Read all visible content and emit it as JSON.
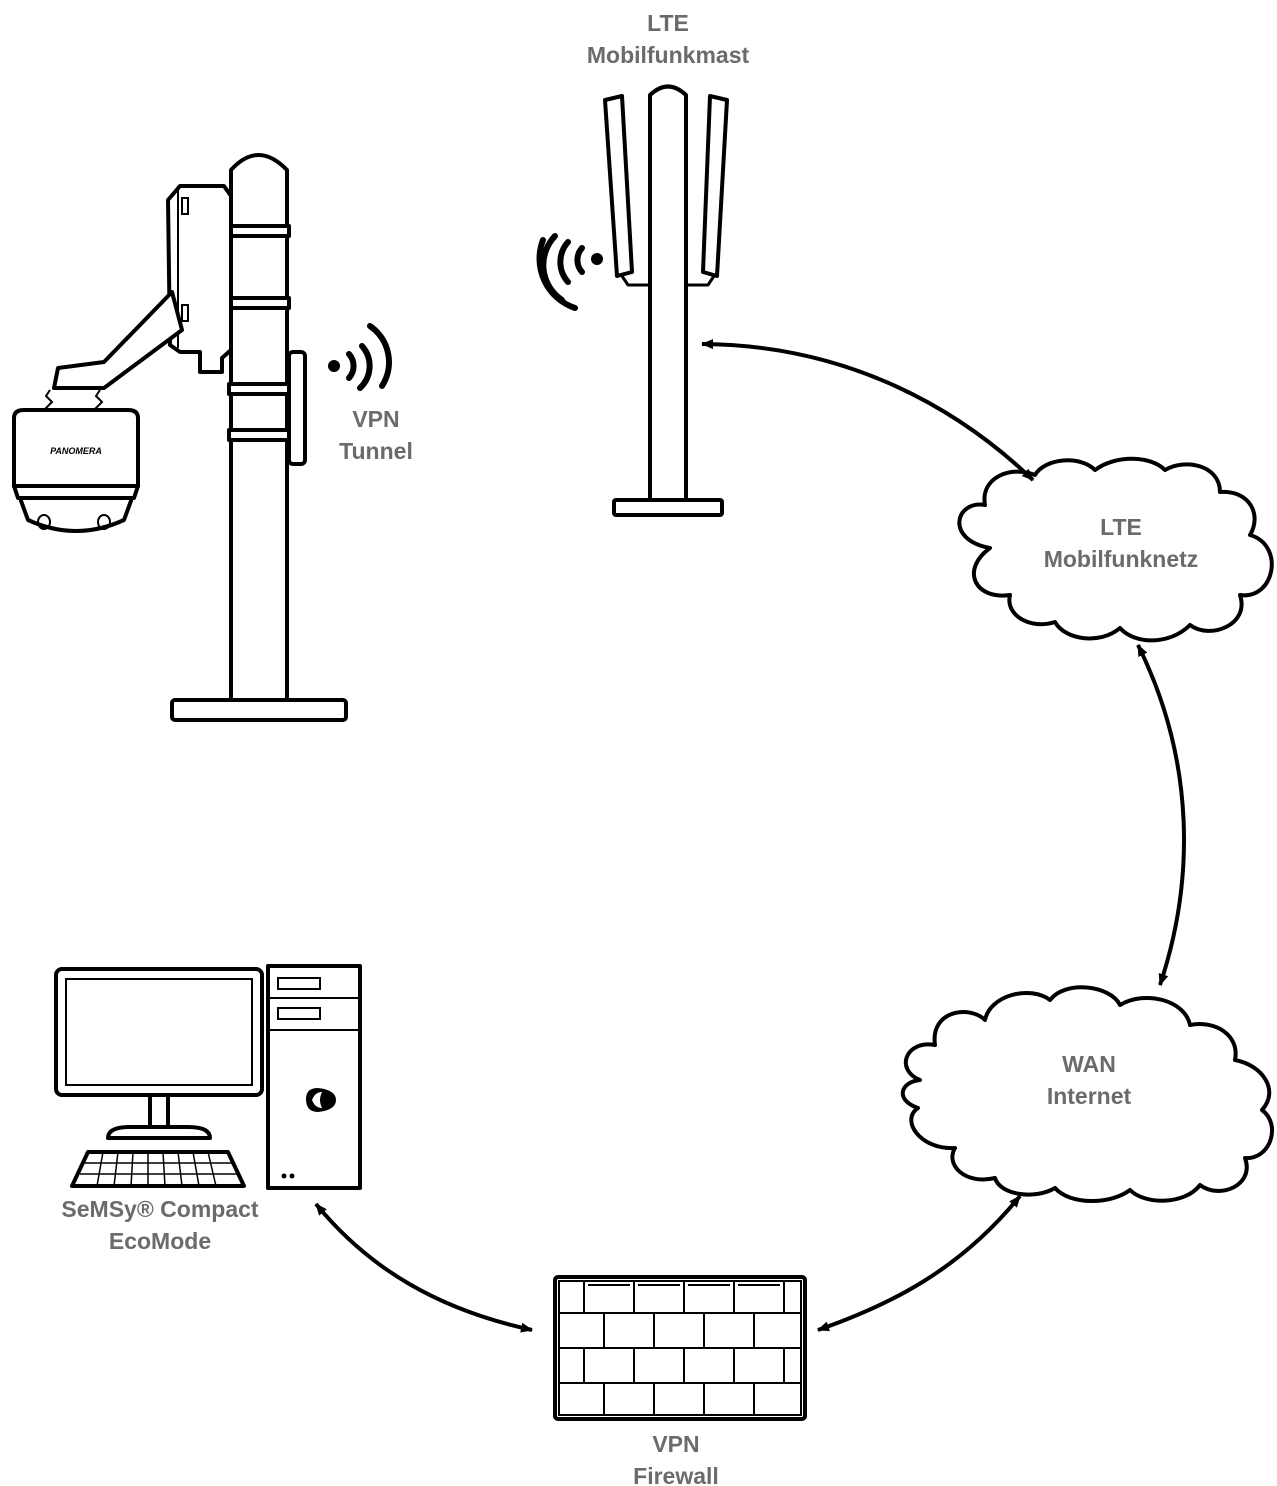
{
  "labels": {
    "mast_line1": "LTE",
    "mast_line2": "Mobilfunkmast",
    "vpn_tunnel_line1": "VPN",
    "vpn_tunnel_line2": "Tunnel",
    "lte_net_line1": "LTE",
    "lte_net_line2": "Mobilfunknetz",
    "wan_line1": "WAN",
    "wan_line2": "Internet",
    "pc_line1": "SeMSy® Compact",
    "pc_line2": "EcoMode",
    "firewall_line1": "VPN",
    "firewall_line2": "Firewall"
  },
  "camera_brand": "PANOMERA",
  "colors": {
    "label": "#6b6b6b",
    "line": "#000000",
    "background": "#ffffff"
  },
  "icons": [
    "camera-pole-icon",
    "wireless-signal-icon",
    "cell-tower-icon",
    "cloud-icon",
    "computer-icon",
    "firewall-icon"
  ]
}
